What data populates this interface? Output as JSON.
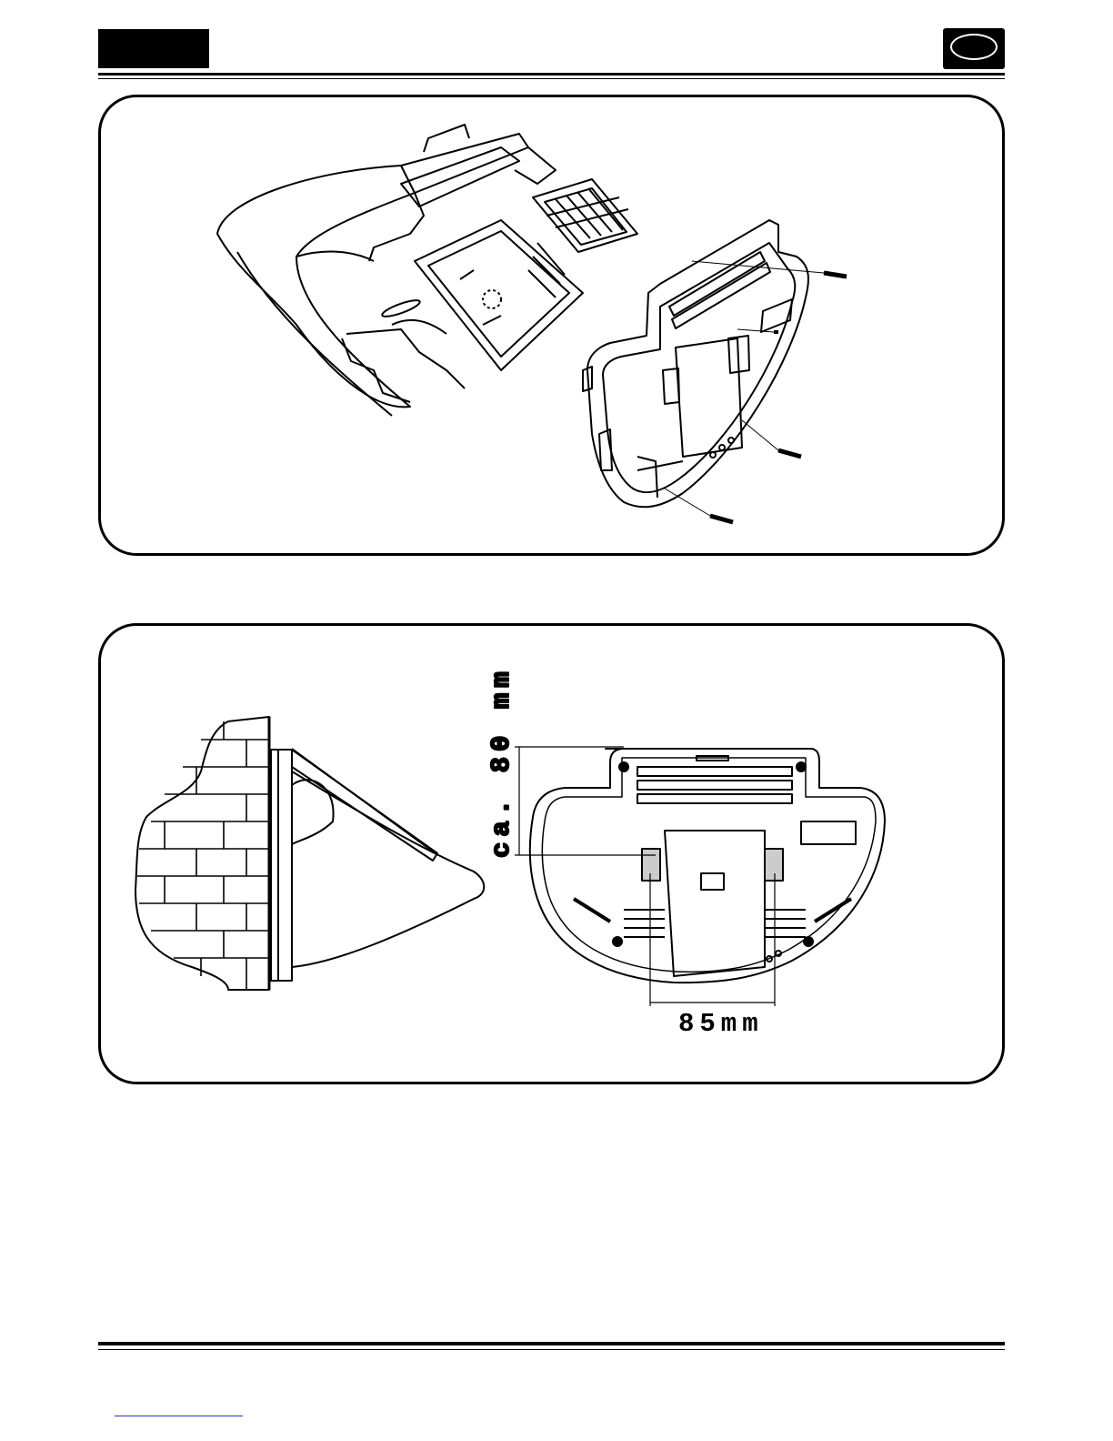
{
  "header": {
    "section_tab": "",
    "language_code": ""
  },
  "figure_top": {
    "label": "exploded-view-mounting"
  },
  "figure_bottom": {
    "dimension_vertical": "ca. 80 mm",
    "dimension_horizontal": "85mm"
  },
  "footer": {
    "link_text": ""
  }
}
